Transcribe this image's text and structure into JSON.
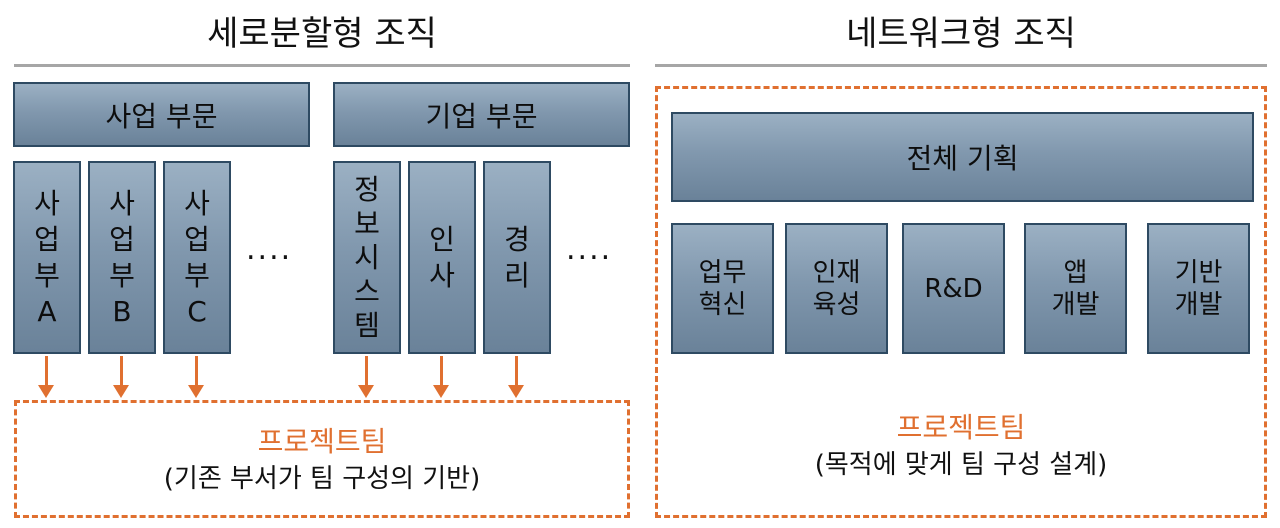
{
  "left": {
    "title": "세로분할형 조직",
    "business_division": "사업 부문",
    "corporate_division": "기업 부문",
    "units": [
      [
        "사",
        "업",
        "부",
        "A"
      ],
      [
        "사",
        "업",
        "부",
        "B"
      ],
      [
        "사",
        "업",
        "부",
        "C"
      ]
    ],
    "ellipsis": "....",
    "corporate_units": [
      [
        "정",
        "보",
        "시",
        "스",
        "템"
      ],
      [
        "인",
        "사"
      ],
      [
        "경",
        "리"
      ]
    ],
    "ellipsis2": "....",
    "project_team": "프로젝트팀",
    "project_desc": "(기존 부서가 팀 구성의 기반)"
  },
  "right": {
    "title": "네트워크형 조직",
    "overall_planning": "전체 기획",
    "functions": [
      [
        "업무",
        "혁신"
      ],
      [
        "인재",
        "육성"
      ],
      [
        "R&D"
      ],
      [
        "앱",
        "개발"
      ],
      [
        "기반",
        "개발"
      ]
    ],
    "project_team": "프로젝트팀",
    "project_desc": "(목적에 맞게 팀 구성 설계)"
  },
  "colors": {
    "accent": "#e07030",
    "box_border": "#2e4a62",
    "box_fill": "#8198ae",
    "rule": "#a6a6a6"
  }
}
